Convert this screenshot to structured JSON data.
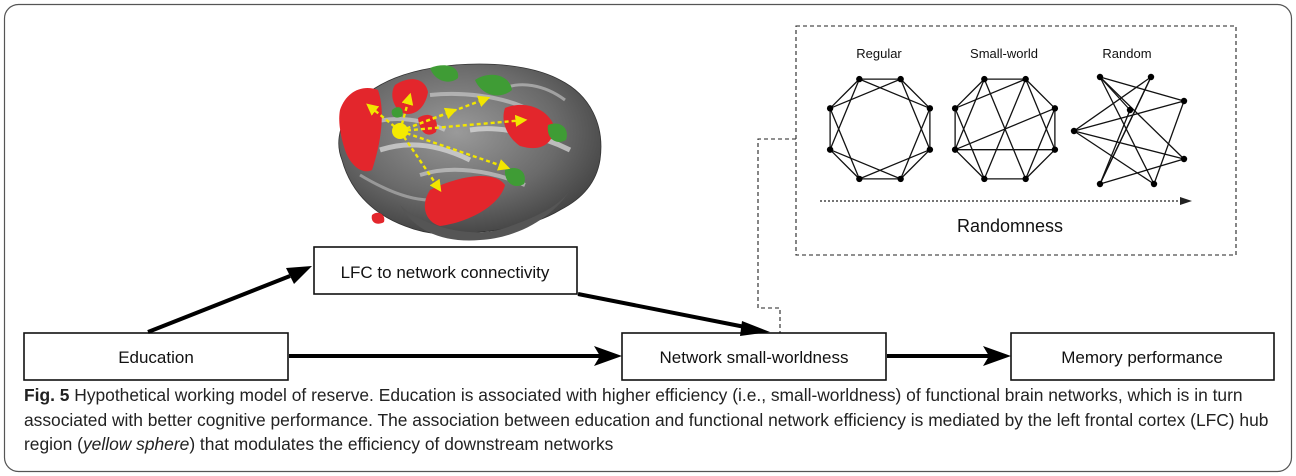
{
  "figure": {
    "boxes": {
      "education": "Education",
      "lfc": "LFC to network connectivity",
      "smallworld": "Network small-worldness",
      "memory": "Memory performance"
    },
    "inset": {
      "labels": [
        "Regular",
        "Small-world",
        "Random"
      ],
      "axis_label": "Randomness"
    },
    "colors": {
      "hub": "#f2e600",
      "red_region": "#e3262c",
      "green_region": "#3f9c35",
      "cortex": "#6e6e6e",
      "box_border": "#111111"
    },
    "icons": [
      "brain-surface-icon",
      "yellow-hub-sphere-icon"
    ]
  },
  "caption": {
    "label": "Fig. 5",
    "text_before": " Hypothetical working model of reserve. Education is associated with higher efficiency (i.e., small-worldness) of functional brain networks, which is in turn associated with better cognitive performance. The association between education and functional network efficiency is mediated by the left frontal cortex (LFC) hub region (",
    "italic": "yellow sphere",
    "text_after": ") that modulates the efficiency of downstream networks"
  }
}
